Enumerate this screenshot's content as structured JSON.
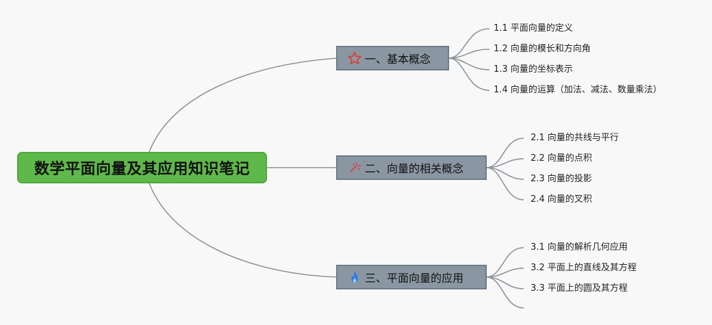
{
  "root": {
    "title": "数学平面向量及其应用知识笔记"
  },
  "topics": [
    {
      "label": "一、基本概念",
      "icon": "star-icon",
      "icon_color": "#e03a2f",
      "children": [
        "1.1 平面向量的定义",
        "1.2 向量的模长和方向角",
        "1.3 向量的坐标表示",
        "1.4 向量的运算（加法、减法、数量乘法）"
      ]
    },
    {
      "label": "二、向量的相关概念",
      "icon": "sparkle-icon",
      "icon_color": "#e03a2f",
      "children": [
        "2.1 向量的共线与平行",
        "2.2 向量的点积",
        "2.3 向量的投影",
        "2.4 向量的叉积"
      ]
    },
    {
      "label": "三、平面向量的应用",
      "icon": "fire-icon",
      "icon_color": "#2d7de0",
      "children": [
        "3.1 向量的解析几何应用",
        "3.2 平面上的直线及其方程",
        "3.3 平面上的圆及其方程"
      ]
    }
  ],
  "colors": {
    "root_fill": "#5fb84a",
    "topic_fill": "#8a97a3",
    "connector": "#8d949c",
    "background": "#f8f8f8"
  }
}
